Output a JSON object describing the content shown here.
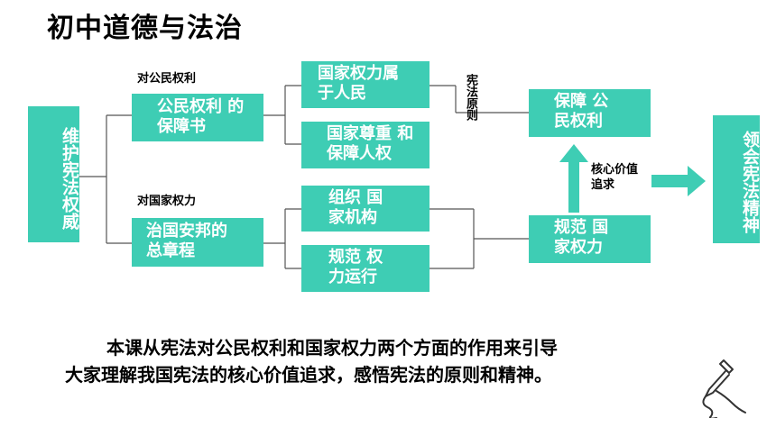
{
  "title": "初中道德与法治",
  "diagram": {
    "root": "维护宪法权威",
    "branch_label_top": "对公民权利",
    "branch_label_bottom": "对国家权力",
    "node_top": "公民权利 的\n保障书",
    "node_bottom": "治国安邦的\n总章程",
    "leaf_1": "国家权力属\n于人民",
    "leaf_2": "国家尊重 和\n保障人权",
    "leaf_3": "组织 国\n家机构",
    "leaf_4": "规范 权\n力运行",
    "constitution_principle_label": "宪法原则",
    "protect_rights": "保障 公\n民权利",
    "regulate_power": "规范 国\n家权力",
    "core_value_label": "核心价值\n追求",
    "spirit": "领会宪法精神"
  },
  "summary_line1": "本课从宪法对公民权利和国家权力两个方面的作用来引导",
  "summary_line2": "大家理解我国宪法的核心价值追求，感悟宪法的原则和精神。",
  "colors": {
    "box": "#3ecdb4",
    "line": "#444444"
  },
  "icons": [
    "dropper-icon"
  ]
}
